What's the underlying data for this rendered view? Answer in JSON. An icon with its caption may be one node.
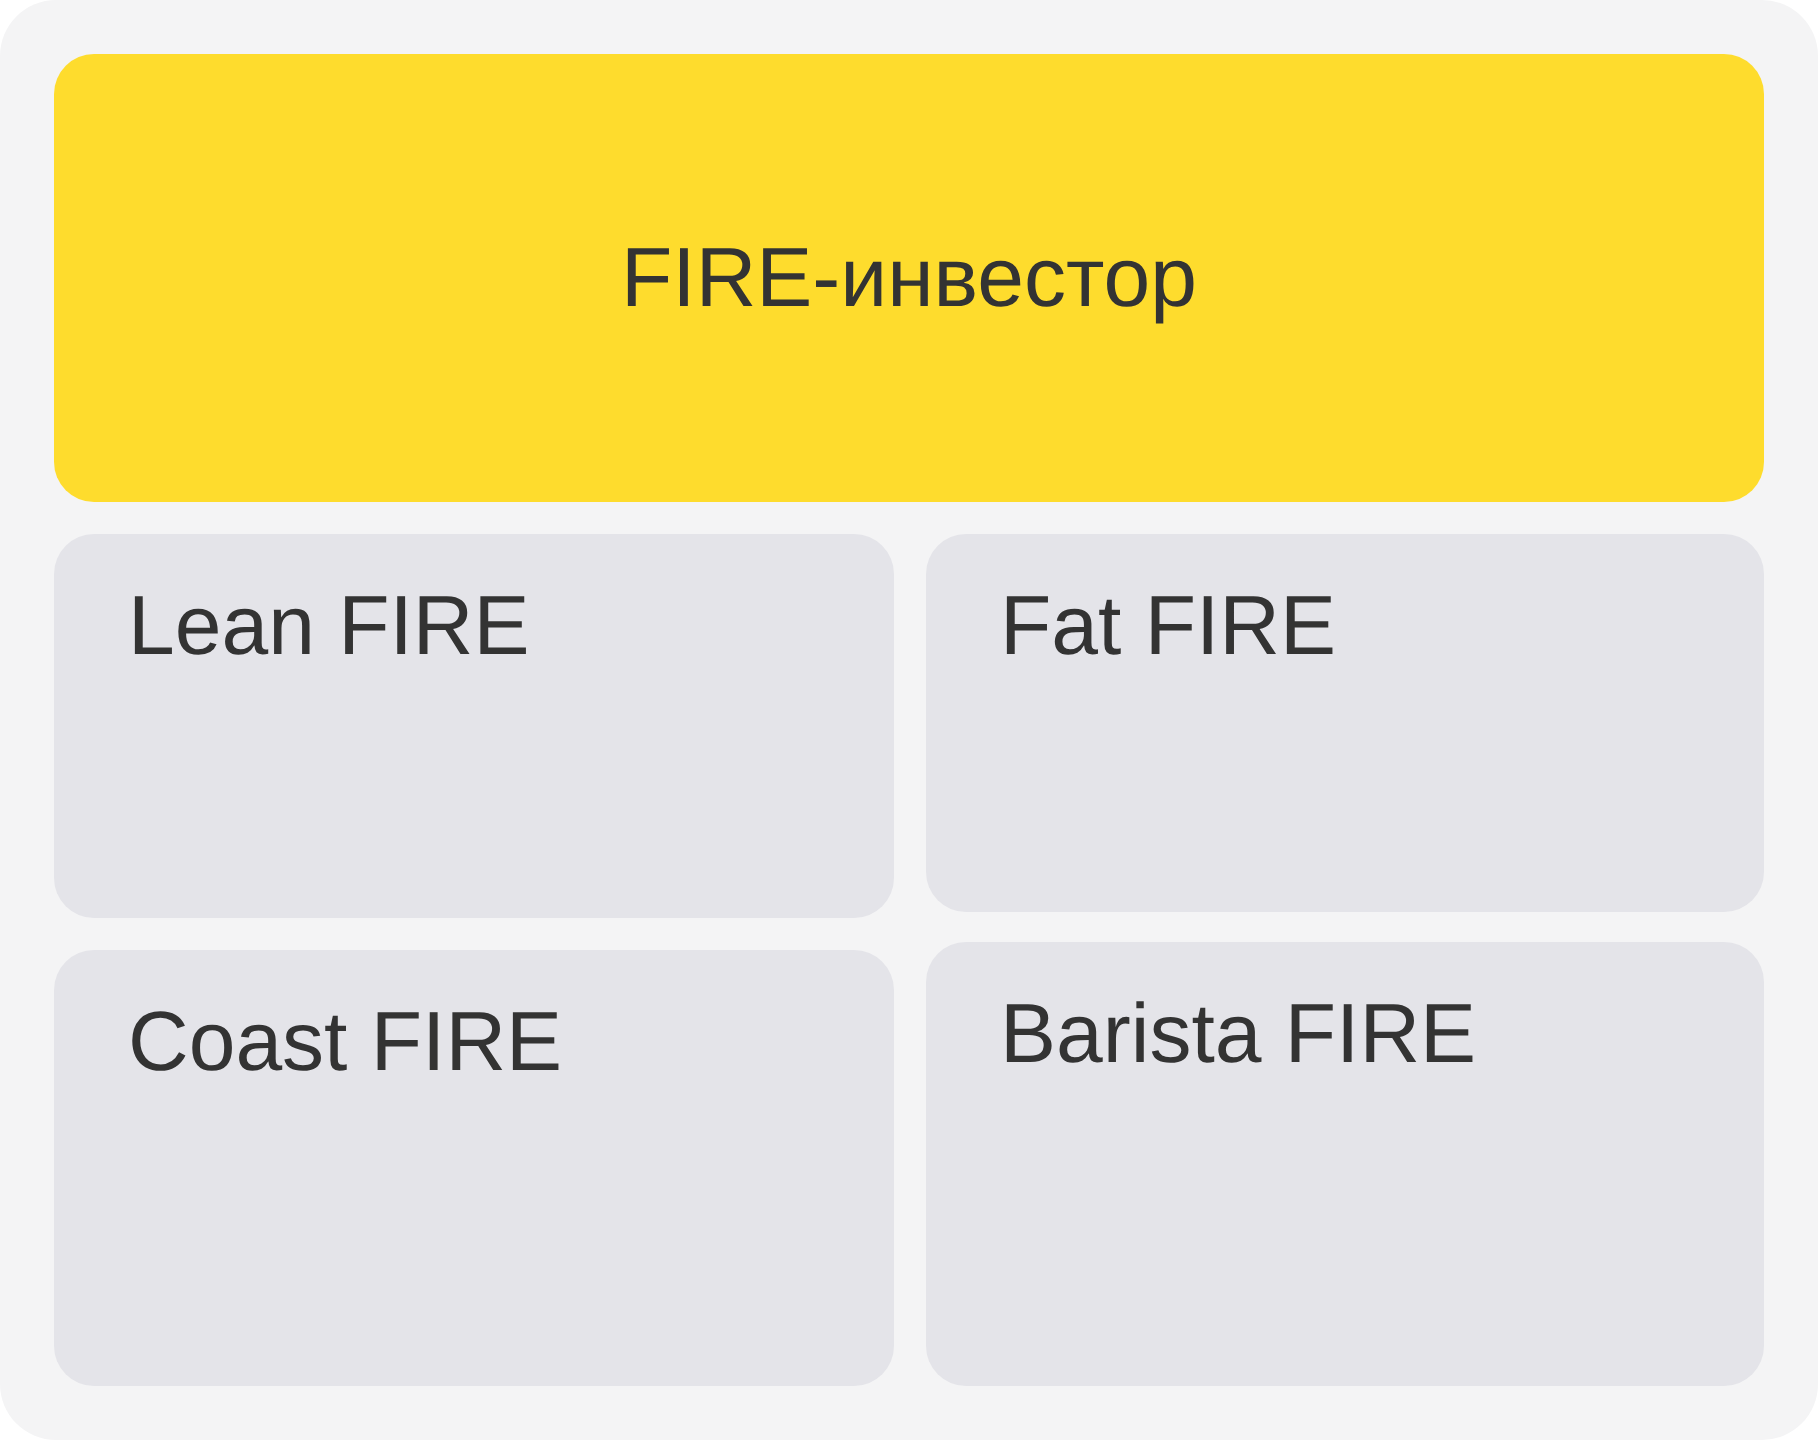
{
  "diagram": {
    "nodes": [
      {
        "text": [
          "FIRE-инвестор"
        ]
      },
      {
        "text": [
          "Lean FIRE"
        ]
      },
      {
        "text": [
          "Fat FIRE"
        ]
      },
      {
        "text": [
          "Coast FIRE"
        ]
      },
      {
        "text": [
          "Barista FIRE"
        ]
      }
    ]
  }
}
